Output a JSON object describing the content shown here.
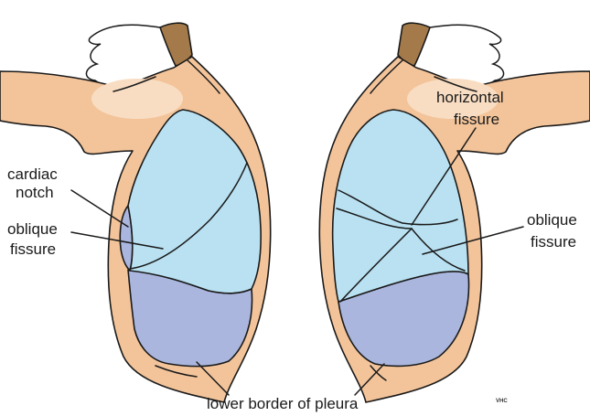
{
  "labels": {
    "cardiac_notch": [
      "cardiac",
      "notch"
    ],
    "oblique_fissure_left": [
      "oblique",
      "fissure"
    ],
    "horizontal_fissure": [
      "horizontal",
      "fissure"
    ],
    "oblique_fissure_right": [
      "oblique",
      "fissure"
    ],
    "lower_border": "lower border of pleura",
    "signature": "VHC"
  },
  "colors": {
    "skin": "#f3c49a",
    "skin_highlight": "#f8ddc2",
    "hair": "#a57a4a",
    "upper_lung": "#b9e1f2",
    "lower_lung": "#aab6dd",
    "outline": "#1a1a1a"
  }
}
